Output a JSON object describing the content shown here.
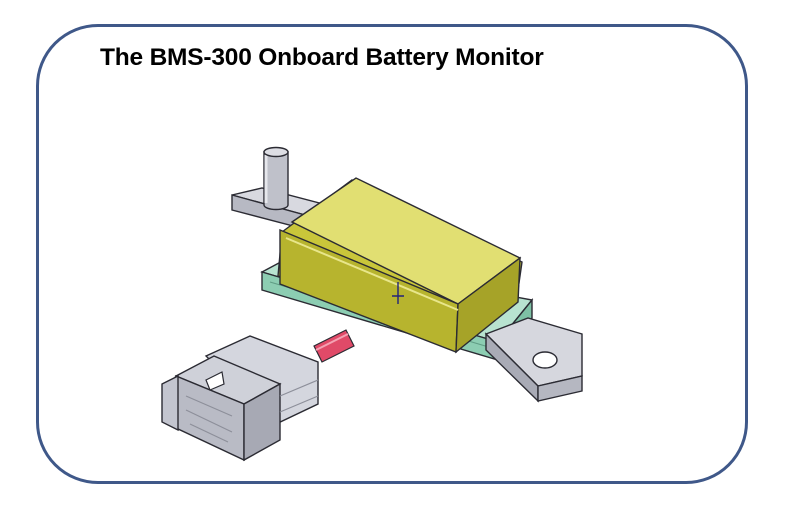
{
  "title": "The BMS-300 Onboard Battery Monitor",
  "colors": {
    "frame": "#3f5889",
    "housing": "#c9c63a",
    "base": "#a9dcc6",
    "busbar": "#c4c6d0",
    "cable": "#e04a68",
    "connector": "#c6c8d2"
  },
  "illustration": {
    "parts": [
      "housing-cover",
      "housing-base",
      "busbar",
      "terminal-post",
      "mounting-hole",
      "cable",
      "connector-plug"
    ]
  }
}
